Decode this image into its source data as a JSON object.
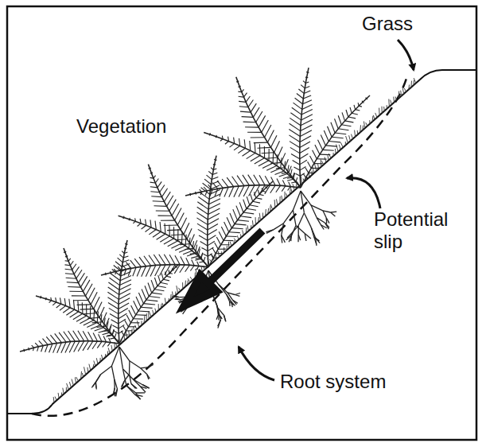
{
  "diagram": {
    "labels": [
      "Grass",
      "Vegetation",
      "Potential slip",
      "Root system"
    ]
  }
}
